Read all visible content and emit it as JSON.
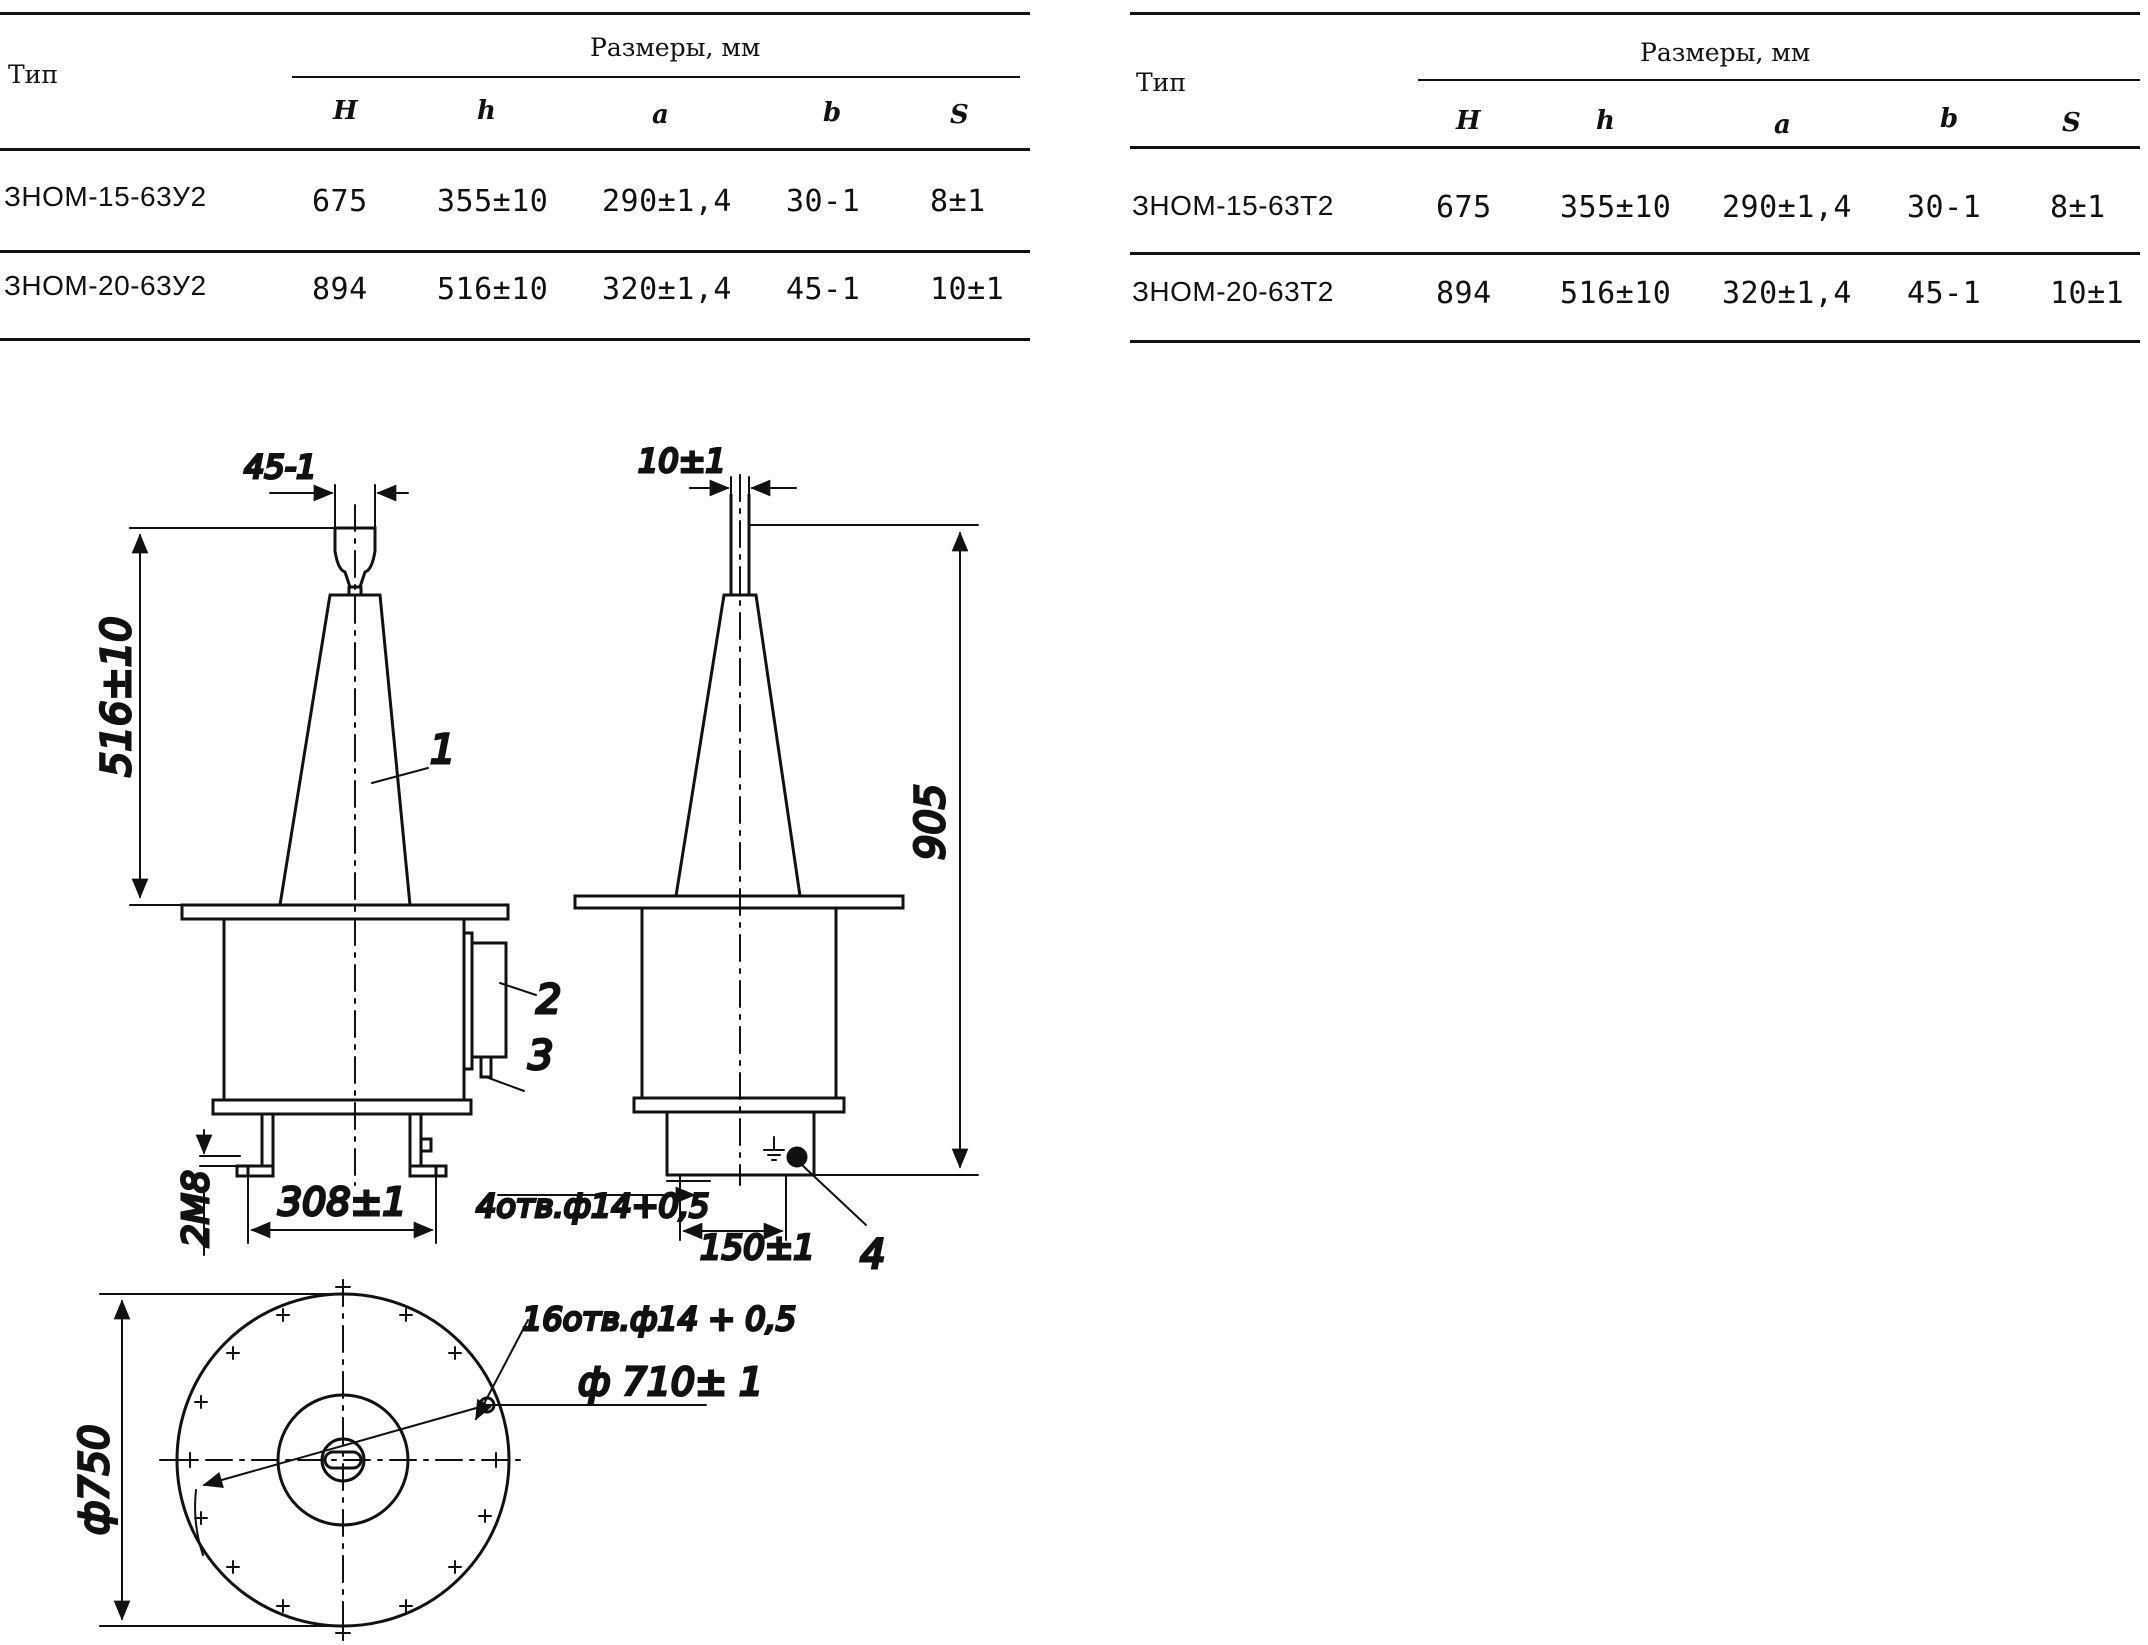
{
  "table_left": {
    "type_header": "Тип",
    "group_header": "Размеры, мм",
    "columns": [
      "H",
      "h",
      "a",
      "b",
      "S"
    ],
    "rows": [
      {
        "type": "ЗНОМ-15-63У2",
        "cells": [
          "675",
          "355±10",
          "290±1,4",
          "30-1",
          "8±1"
        ]
      },
      {
        "type": "ЗНОМ-20-63У2",
        "cells": [
          "894",
          "516±10",
          "320±1,4",
          "45-1",
          "10±1"
        ]
      }
    ]
  },
  "table_right": {
    "type_header": "Тип",
    "group_header": "Размеры, мм",
    "columns": [
      "H",
      "h",
      "a",
      "b",
      "S"
    ],
    "rows": [
      {
        "type": "ЗНОМ-15-63Т2",
        "cells": [
          "675",
          "355±10",
          "290±1,4",
          "30-1",
          "8±1"
        ]
      },
      {
        "type": "ЗНОМ-20-63Т2",
        "cells": [
          "894",
          "516±10",
          "320±1,4",
          "45-1",
          "10±1"
        ]
      }
    ]
  },
  "drawing": {
    "dim_top_width": "45-1",
    "dim_bushing_height": "516±10",
    "dim_right_top": "10±1",
    "dim_total_height": "905",
    "dim_foot_spacing": "308±1",
    "dim_thread": "2М8",
    "dim_holes_bottom": "4отв.ф14+0,5",
    "dim_base_offset": "150±1",
    "dim_holes_flange": "16отв.ф14 + 0,5",
    "dim_bolt_circle": "ф 710± 1",
    "dim_flange_diameter": "ф750",
    "callouts": [
      "1",
      "2",
      "3",
      "4"
    ]
  }
}
